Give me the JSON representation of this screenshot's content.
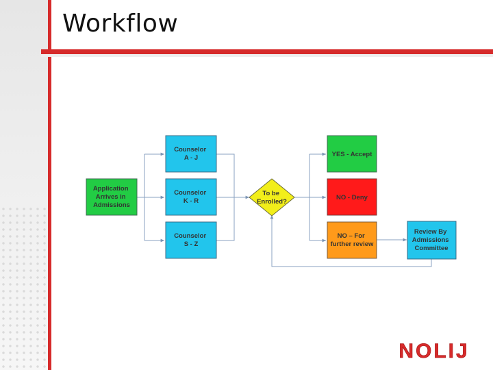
{
  "slide": {
    "title": "Workflow"
  },
  "diagram": {
    "nodes": {
      "app": {
        "lines": [
          "Application",
          "Arrives in",
          "Admissions"
        ],
        "fill": "#22cc44"
      },
      "c1": {
        "lines": [
          "Counselor",
          "A - J"
        ],
        "fill": "#22c5ec"
      },
      "c2": {
        "lines": [
          "Counselor",
          "K - R"
        ],
        "fill": "#22c5ec"
      },
      "c3": {
        "lines": [
          "Counselor",
          "S - Z"
        ],
        "fill": "#22c5ec"
      },
      "decision": {
        "lines": [
          "To be",
          "Enrolled?"
        ],
        "fill": "#f2ee1a"
      },
      "yes": {
        "lines": [
          "YES - Accept"
        ],
        "fill": "#22cc44"
      },
      "deny": {
        "lines": [
          "NO - Deny"
        ],
        "fill": "#ff1a1a"
      },
      "review": {
        "lines": [
          "NO – For",
          "further review"
        ],
        "fill": "#ff9a1a"
      },
      "committee": {
        "lines": [
          "Review By",
          "Admissions",
          "Committee"
        ],
        "fill": "#22c5ec"
      }
    }
  },
  "logo": {
    "text": "NOLIJ",
    "color": "#d62b2b"
  }
}
